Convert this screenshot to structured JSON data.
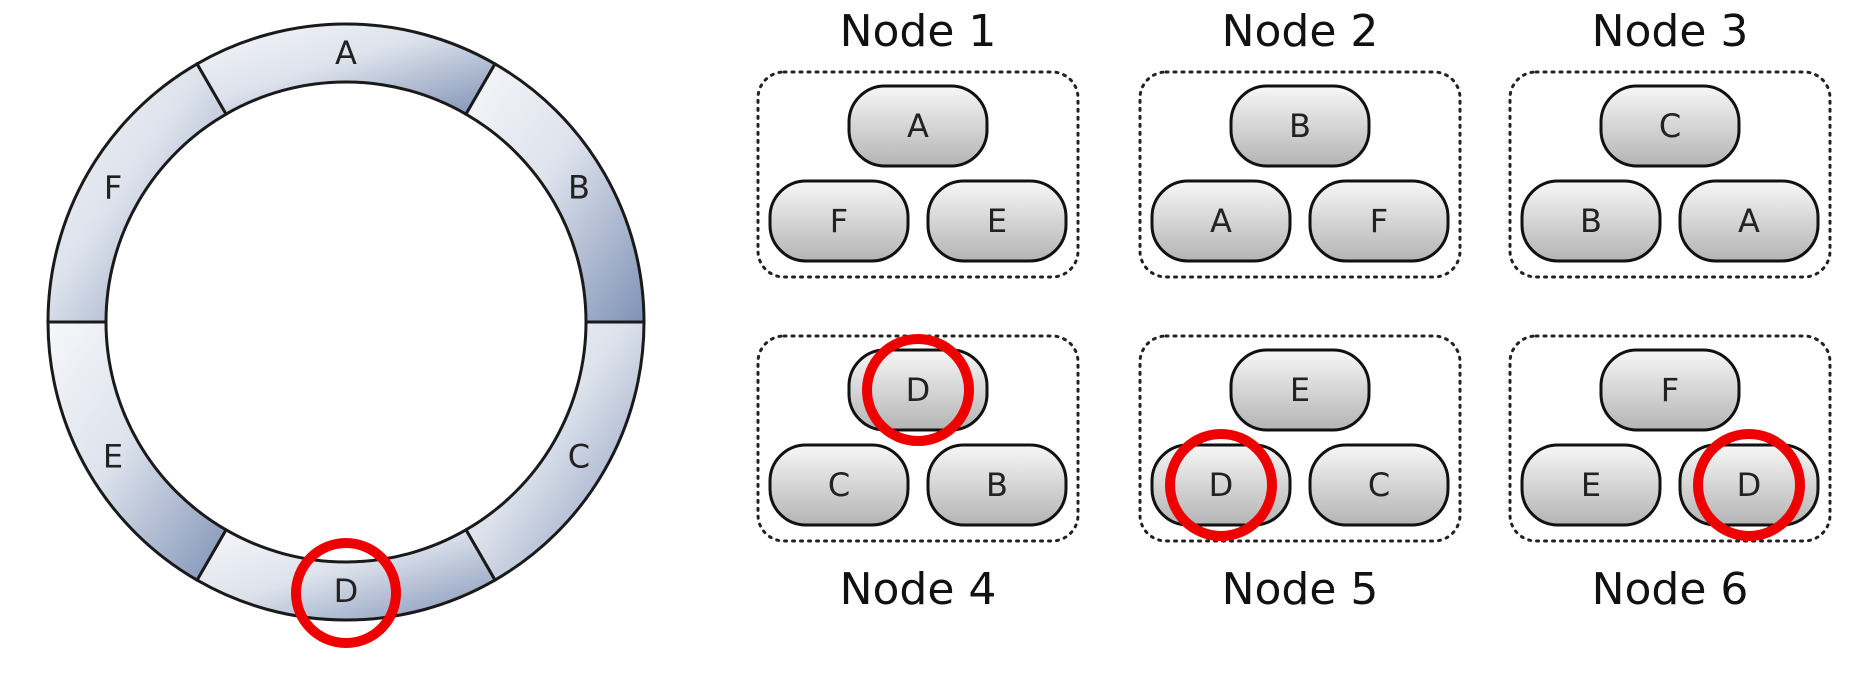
{
  "ring": {
    "segments": [
      {
        "label": "A"
      },
      {
        "label": "B"
      },
      {
        "label": "C"
      },
      {
        "label": "D"
      },
      {
        "label": "E"
      },
      {
        "label": "F"
      }
    ],
    "highlighted": "D"
  },
  "nodes": [
    {
      "title": "Node 1",
      "top": "A",
      "left": "F",
      "right": "E",
      "highlight": null
    },
    {
      "title": "Node 2",
      "top": "B",
      "left": "A",
      "right": "F",
      "highlight": null
    },
    {
      "title": "Node 3",
      "top": "C",
      "left": "B",
      "right": "A",
      "highlight": null
    },
    {
      "title": "Node 4",
      "top": "D",
      "left": "C",
      "right": "B",
      "highlight": "top"
    },
    {
      "title": "Node 5",
      "top": "E",
      "left": "D",
      "right": "C",
      "highlight": "left"
    },
    {
      "title": "Node 6",
      "top": "F",
      "left": "E",
      "right": "D",
      "highlight": "right"
    }
  ],
  "colors": {
    "highlight": "#ee0000",
    "ring_light": "#f3f4f8",
    "ring_dark": "#8a9bbd",
    "pill_light": "#f4f4f4",
    "pill_dark": "#b9b9b9"
  }
}
